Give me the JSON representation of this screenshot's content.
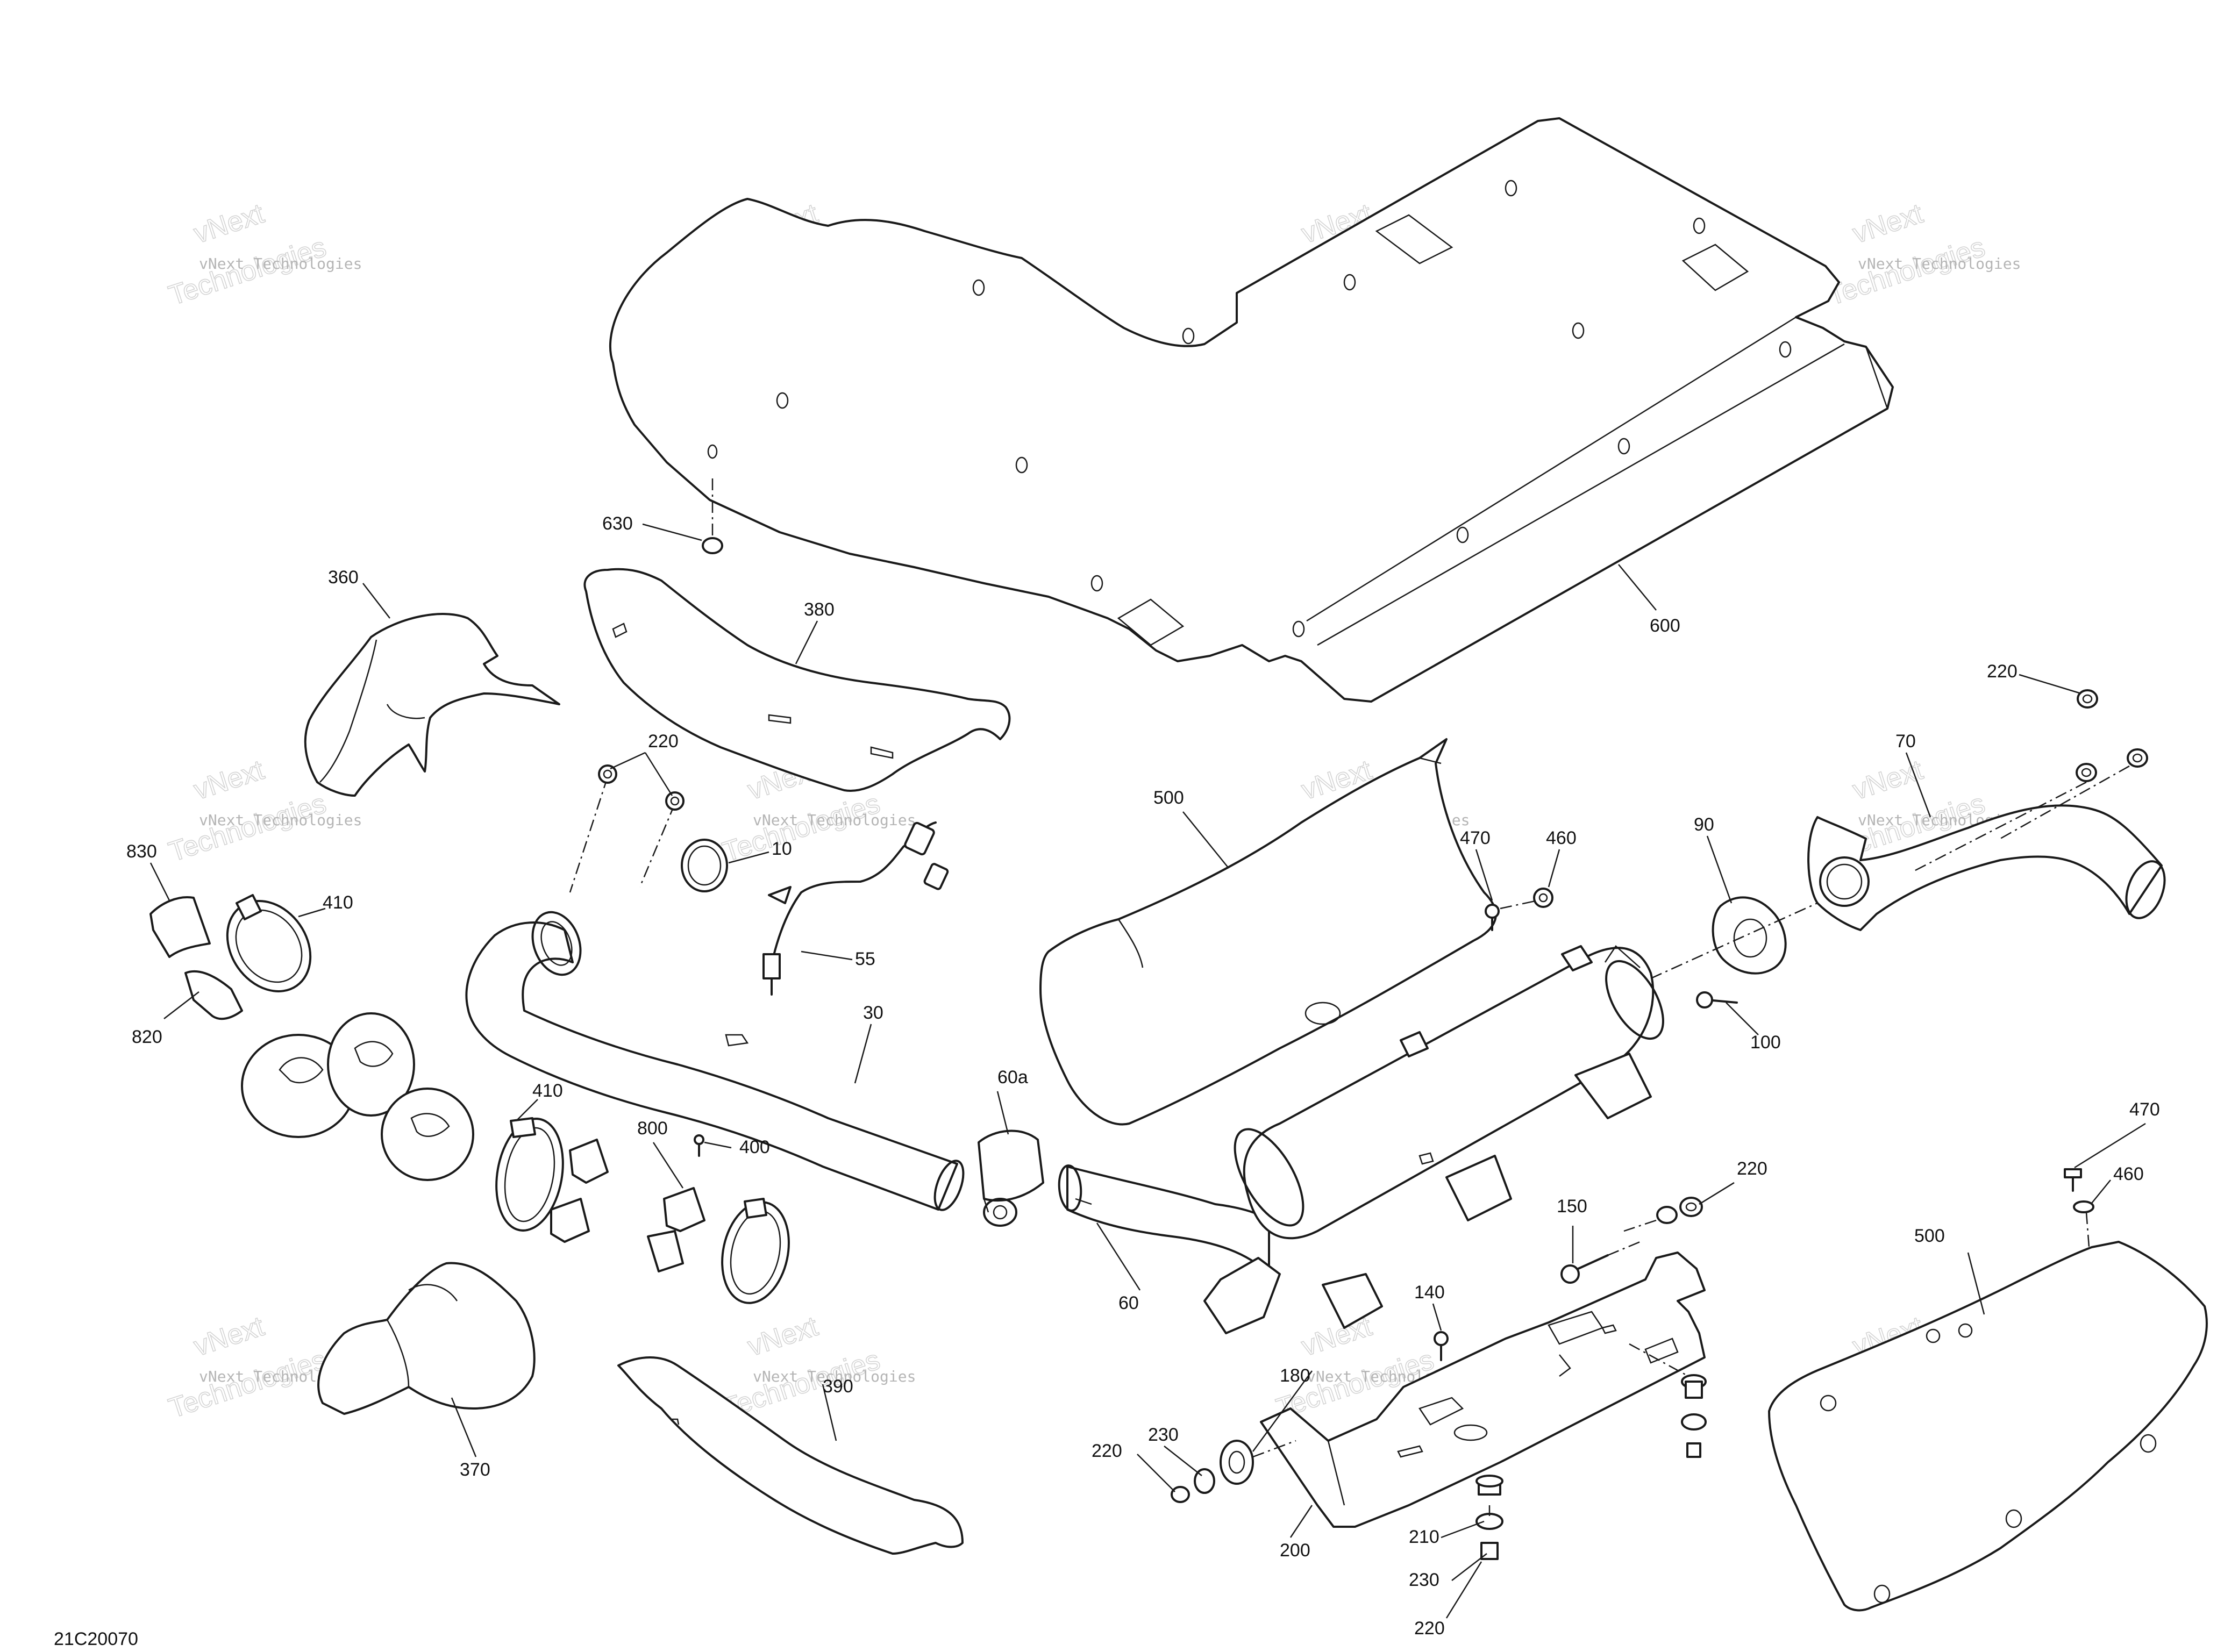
{
  "drawing_id": "21C20070",
  "watermark": {
    "line1": "vNext Technologies",
    "line2": "vNext",
    "line3": "Technologies"
  },
  "callouts": {
    "c630": "630",
    "c600": "600",
    "c360": "360",
    "c380": "380",
    "c220a": "220",
    "c10": "10",
    "c830": "830",
    "c410a": "410",
    "c820": "820",
    "c55": "55",
    "c500a": "500",
    "c470a": "470",
    "c460a": "460",
    "c90": "90",
    "c70": "70",
    "c220b": "220",
    "c100": "100",
    "c30": "30",
    "c410b": "410",
    "c800": "800",
    "c400": "400",
    "c60a": "60a",
    "c60": "60",
    "c150": "150",
    "c220c": "220",
    "c140": "140",
    "c470b": "470",
    "c460b": "460",
    "c500b": "500",
    "c370": "370",
    "c390": "390",
    "c180": "180",
    "c230a": "230",
    "c220d": "220",
    "c200": "200",
    "c210": "210",
    "c230b": "230",
    "c220e": "220"
  }
}
